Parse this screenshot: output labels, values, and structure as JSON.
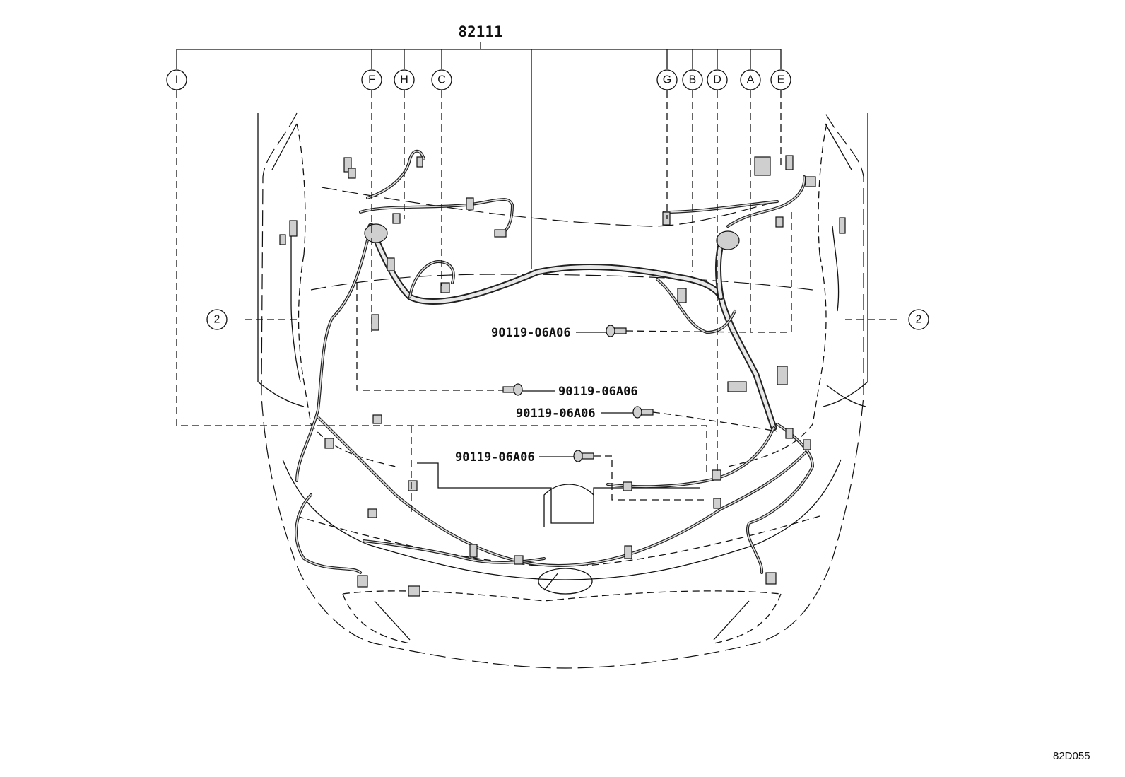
{
  "main_part_number": "82111",
  "callouts": [
    {
      "id": "I",
      "label": "I"
    },
    {
      "id": "F",
      "label": "F"
    },
    {
      "id": "H",
      "label": "H"
    },
    {
      "id": "C",
      "label": "C"
    },
    {
      "id": "G",
      "label": "G"
    },
    {
      "id": "B",
      "label": "B"
    },
    {
      "id": "D",
      "label": "D"
    },
    {
      "id": "A",
      "label": "A"
    },
    {
      "id": "E",
      "label": "E"
    }
  ],
  "side_callouts": [
    {
      "label": "2"
    },
    {
      "label": "2"
    }
  ],
  "bolt_part_numbers": [
    "90119-06A06",
    "90119-06A06",
    "90119-06A06",
    "90119-06A06"
  ],
  "diagram_code": "82D055"
}
